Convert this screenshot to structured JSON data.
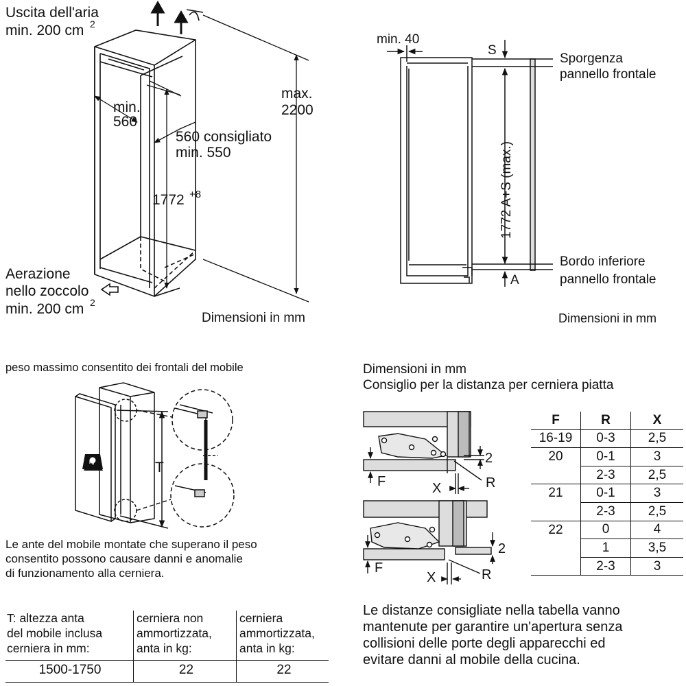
{
  "installation": {
    "air_outlet": [
      "Uscita dell'aria",
      "min. 200 cm"
    ],
    "air_outlet_sup": "2",
    "max_height": [
      "max.",
      "2200"
    ],
    "min_depth": [
      "min.",
      "560"
    ],
    "recommended_width": [
      "560 consigliato",
      "min. 550"
    ],
    "niche_height": "1772",
    "niche_height_sup": "+8",
    "plinth_vent": [
      "Aerazione",
      "nello zoccolo",
      "min. 200 cm"
    ],
    "plinth_vent_sup": "2",
    "units_left": "Dimensioni in mm",
    "min_gap": "min. 40",
    "s_label": "S",
    "a_label": "A",
    "front_overhang": [
      "Sporgenza",
      "pannello frontale"
    ],
    "front_bottom": [
      "Bordo inferiore",
      "pannello frontale"
    ],
    "vertical_dim": "1772 A+S (max.)",
    "units_right": "Dimensioni in mm"
  },
  "weight_section": {
    "title": "peso massimo consentito dei frontali del mobile",
    "t_label": "T",
    "weight_icon_text": "kg",
    "warning": [
      "Le ante del mobile montate che superano il peso",
      "consentito possono causare danni e anomalie",
      "di funzionamento alla cerniera."
    ],
    "table": {
      "headers": [
        [
          "T: altezza anta",
          "del mobile inclusa",
          "cerniera in mm:"
        ],
        [
          "cerniera non",
          "ammortizzata,",
          "anta in kg:"
        ],
        [
          "cerniera",
          "ammortizzata,",
          "anta in kg:"
        ]
      ],
      "rows": [
        [
          "1500-1750",
          "22",
          "22"
        ]
      ]
    }
  },
  "hinge_section": {
    "title": [
      "Dimensioni in mm",
      "Consiglio per la distanza per cerniera piatta"
    ],
    "diagram_labels": {
      "two": "2",
      "f": "F",
      "x": "X",
      "r": "R"
    },
    "table": {
      "headers": [
        "F",
        "R",
        "X"
      ],
      "rows": [
        [
          "16-19",
          "0-3",
          "2,5"
        ],
        [
          "20",
          "0-1",
          "3"
        ],
        [
          "",
          "2-3",
          "2,5"
        ],
        [
          "21",
          "0-1",
          "3"
        ],
        [
          "",
          "2-3",
          "2,5"
        ],
        [
          "22",
          "0",
          "4"
        ],
        [
          "",
          "1",
          "3,5"
        ],
        [
          "",
          "2-3",
          "3"
        ]
      ]
    },
    "note": [
      "Le distanze consigliate nella tabella vanno",
      "mantenute per garantire un'apertura senza",
      "collisioni delle porte degli apparecchi ed",
      "evitare danni al mobile della cucina."
    ]
  }
}
